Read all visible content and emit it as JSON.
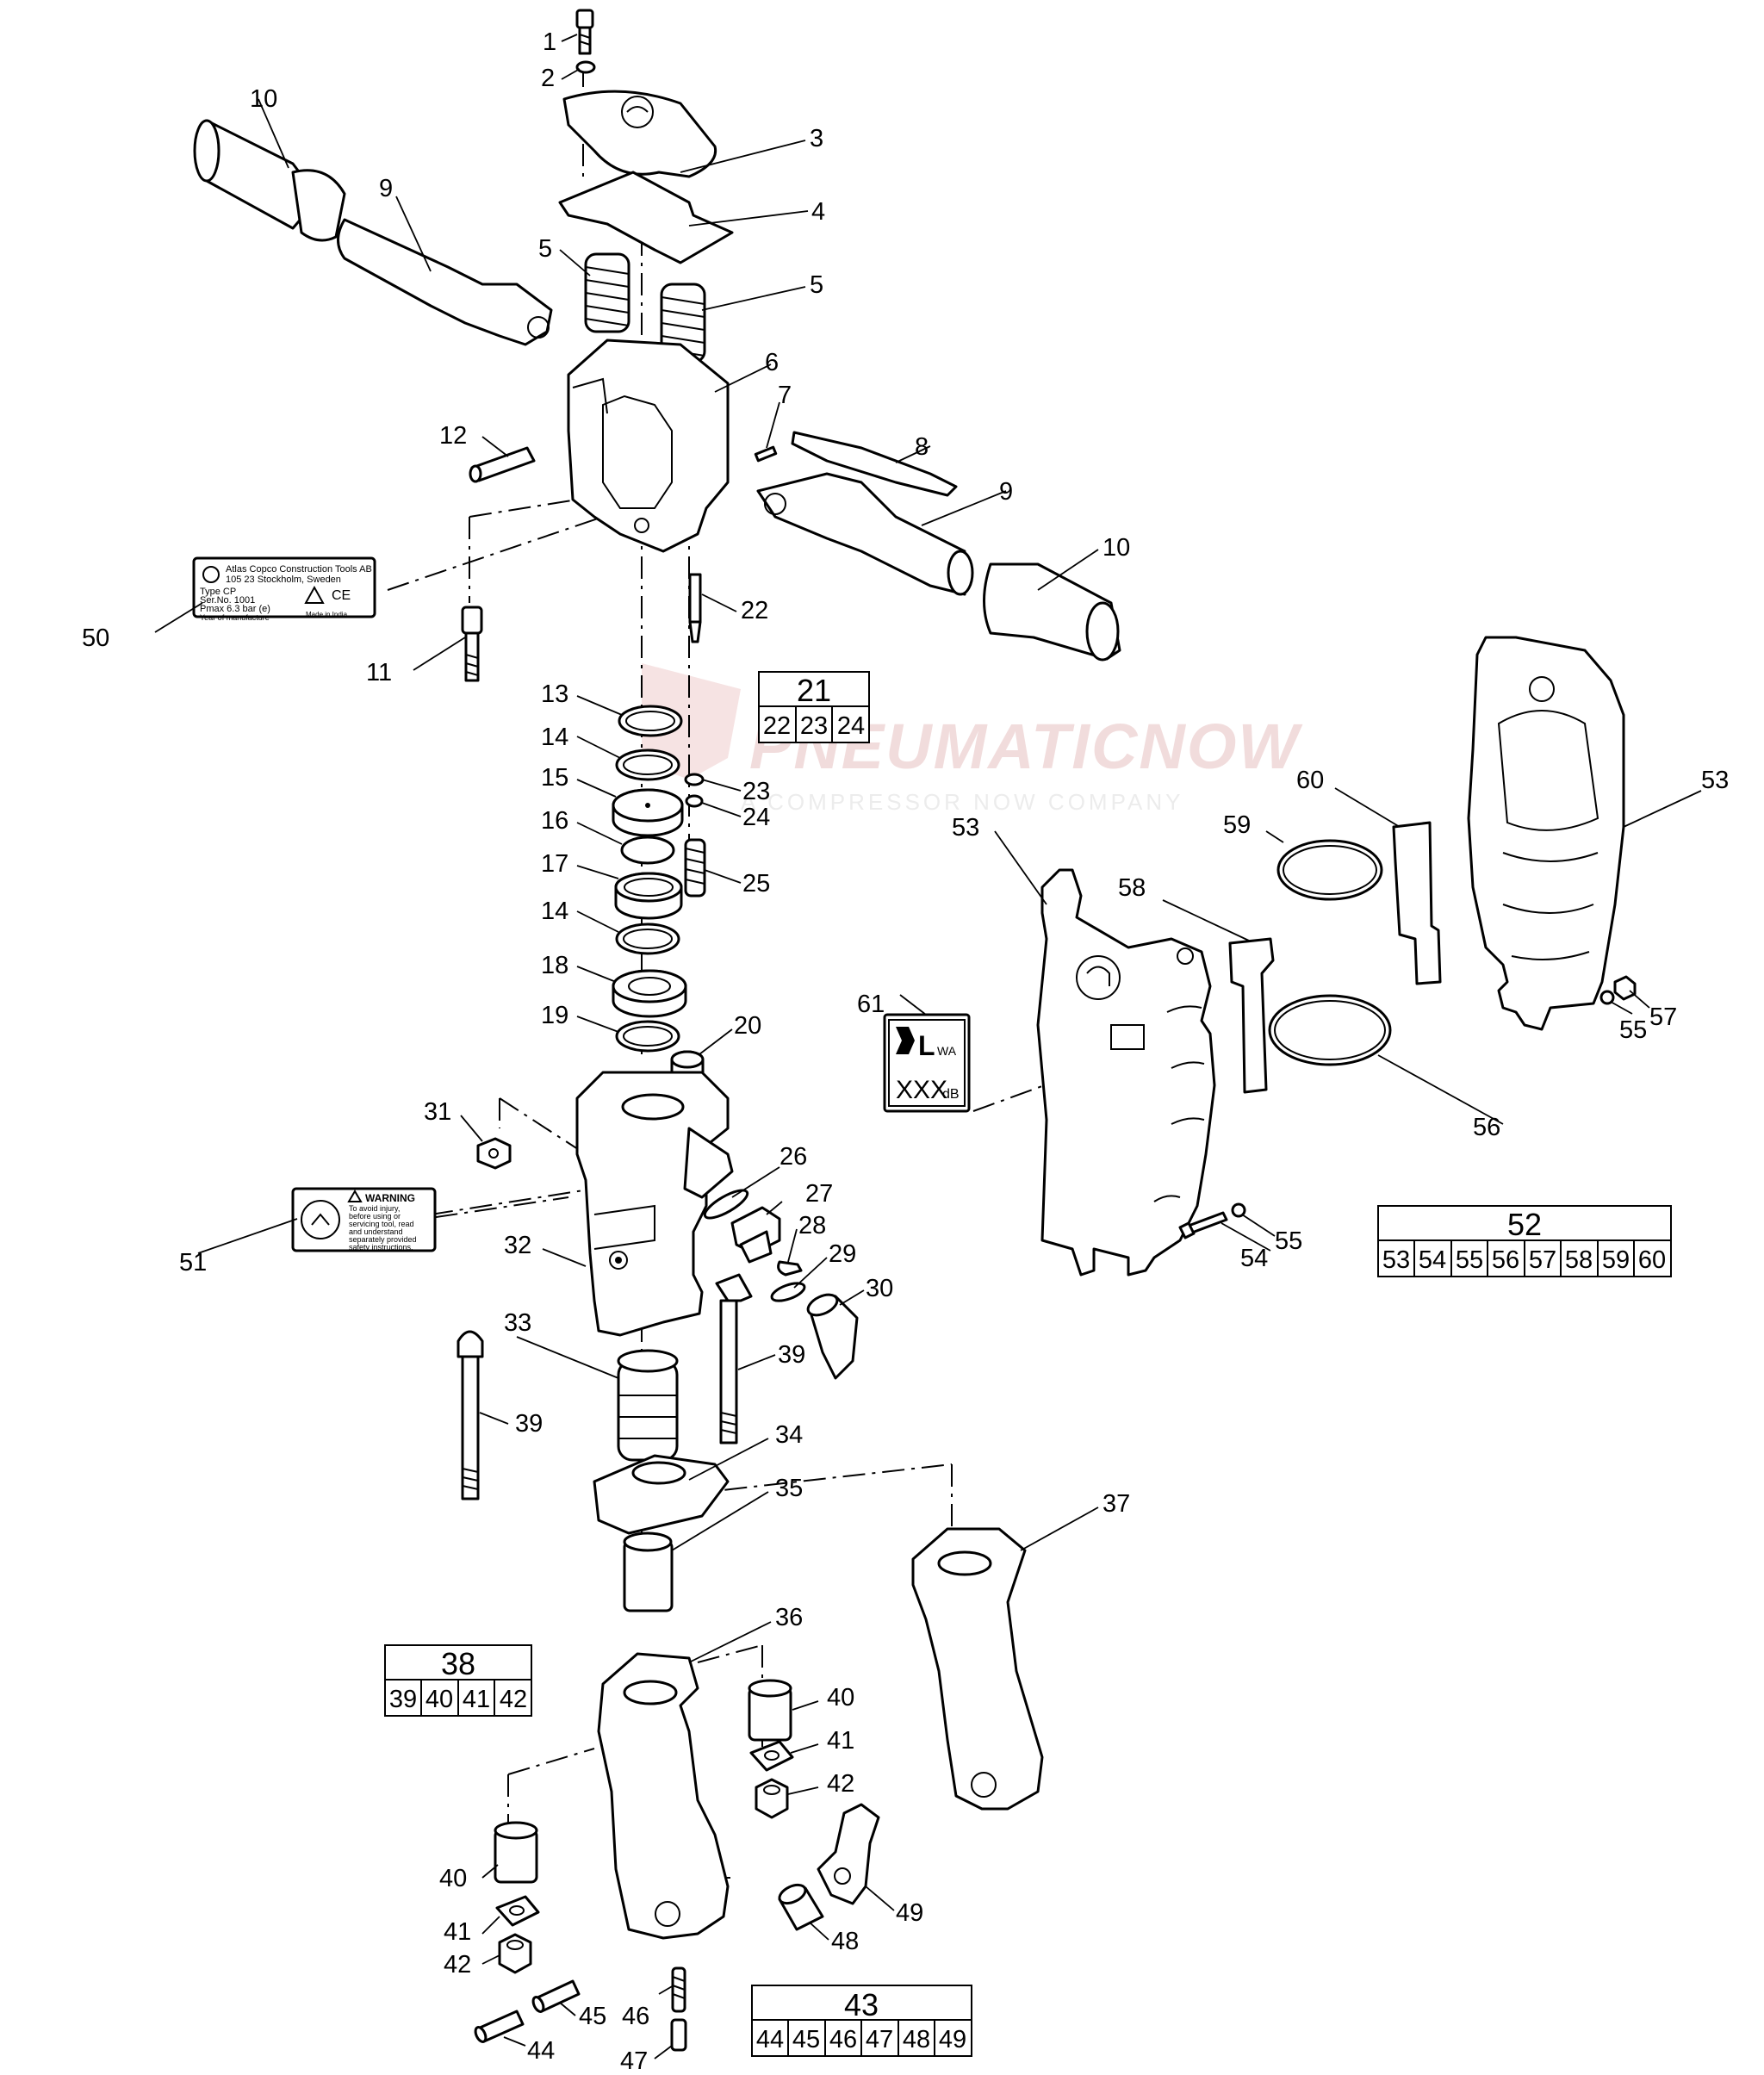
{
  "watermark": {
    "brand_left": "PNEUMATIC",
    "brand_right": "NOW",
    "tagline": "A COMPRESSOR NOW COMPANY",
    "brand_color": "#c9474b"
  },
  "callouts": {
    "c1": "1",
    "c2": "2",
    "c3": "3",
    "c4": "4",
    "c5a": "5",
    "c5b": "5",
    "c6": "6",
    "c7": "7",
    "c8": "8",
    "c9a": "9",
    "c9b": "9",
    "c10a": "10",
    "c10b": "10",
    "c11": "11",
    "c12": "12",
    "c13": "13",
    "c14a": "14",
    "c14b": "14",
    "c15": "15",
    "c16": "16",
    "c17": "17",
    "c18": "18",
    "c19": "19",
    "c20": "20",
    "c22": "22",
    "c23": "23",
    "c24": "24",
    "c25": "25",
    "c26": "26",
    "c27": "27",
    "c28": "28",
    "c29": "29",
    "c30": "30",
    "c31": "31",
    "c32": "32",
    "c33": "33",
    "c34": "34",
    "c35": "35",
    "c36": "36",
    "c37": "37",
    "c39a": "39",
    "c39b": "39",
    "c40a": "40",
    "c40b": "40",
    "c41a": "41",
    "c41b": "41",
    "c42a": "42",
    "c42b": "42",
    "c44": "44",
    "c45": "45",
    "c46": "46",
    "c47": "47",
    "c48": "48",
    "c49": "49",
    "c50": "50",
    "c51": "51",
    "c53a": "53",
    "c53b": "53",
    "c54": "54",
    "c55a": "55",
    "c55b": "55",
    "c56": "56",
    "c57": "57",
    "c58": "58",
    "c59": "59",
    "c60": "60",
    "c61": "61"
  },
  "kits": {
    "k21": {
      "title": "21",
      "items": [
        "22",
        "23",
        "24"
      ]
    },
    "k38": {
      "title": "38",
      "items": [
        "39",
        "40",
        "41",
        "42"
      ]
    },
    "k43": {
      "title": "43",
      "items": [
        "44",
        "45",
        "46",
        "47",
        "48",
        "49"
      ]
    },
    "k52": {
      "title": "52",
      "items": [
        "53",
        "54",
        "55",
        "56",
        "57",
        "58",
        "59",
        "60"
      ]
    }
  },
  "data_plate": {
    "line1": "Atlas Copco Construction Tools AB",
    "line2": "105 23 Stockholm, Sweden",
    "line3": "Type CP",
    "line4": "Ser.No. 1001",
    "line5": "Pmax 6.3 bar (e)",
    "line6": "Year of manufacture",
    "line7": "Made in India",
    "mark": "CE"
  },
  "warning_label": {
    "title": "WARNING",
    "line1": "To avoid injury,",
    "line2": "before using or",
    "line3": "servicing tool, read",
    "line4": "and understand",
    "line5": "separately provided",
    "line6": "safety instructions."
  },
  "noise_label": {
    "symbol": "L",
    "subscript": "WA",
    "value": "XXX",
    "unit": "dB"
  }
}
